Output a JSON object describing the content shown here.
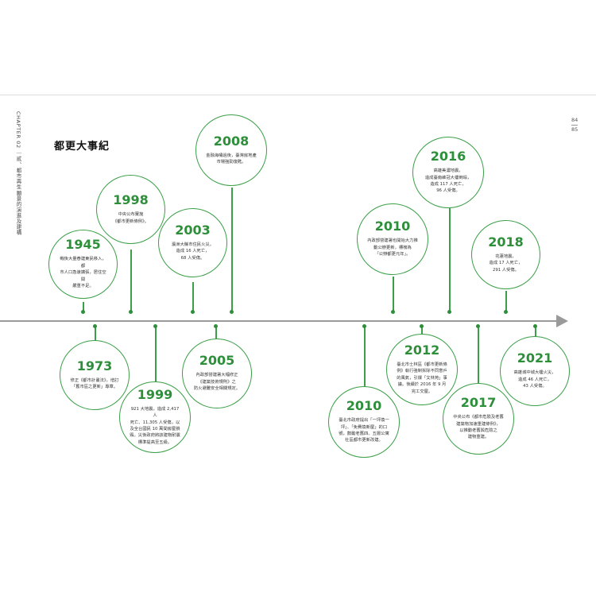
{
  "chapter": "CHAPTER 02 ｜貳、都市再生願景的演進及建構",
  "pages": [
    "84",
    "85"
  ],
  "title": "都更大事紀",
  "events": [
    {
      "id": "1945",
      "year": "1945",
      "text": "戰後大量眷建東民移入，都\n市人口急速擴張，居住空間\n嚴重不足。"
    },
    {
      "id": "1998",
      "year": "1998",
      "text": "中央公布實施\n《都市更新條例》。"
    },
    {
      "id": "2003",
      "year": "2003",
      "text": "瀛洲大縣市住民火災，\n造成 16 人死亡，\n68 人受傷。"
    },
    {
      "id": "2008",
      "year": "2008",
      "text": "金融海嘯過後，臺灣房地產\n市場強勁復甦。"
    },
    {
      "id": "2010a",
      "year": "2010",
      "text": "內政部營建署也開始大力推\n動公辦更新，標榜為\n「公辦都更元年」。"
    },
    {
      "id": "2016",
      "year": "2016",
      "text": "高雄美濃地震，\n造成臺南維冠大樓倒塌，\n造成 117 人死亡，\n96 人受傷。"
    },
    {
      "id": "2018",
      "year": "2018",
      "text": "花蓮地震，\n造成 17 人死亡，\n291 人受傷。"
    },
    {
      "id": "1973",
      "year": "1973",
      "text": "修正《都市計畫法》，增訂\n「舊市區之更新」專章。"
    },
    {
      "id": "1999",
      "year": "1999",
      "text": "921 大地震，造成 2,417 人\n死亡、11,305 人受傷，以\n及全台國民 10 萬間房屋損\n毀。災後政府將該建物耐震\n標準提高至五級。"
    },
    {
      "id": "2005",
      "year": "2005",
      "text": "內政部營建署大幅修正\n《建築技術規則》之\n防火避難安全相關規定。"
    },
    {
      "id": "2010b",
      "year": "2010",
      "text": "臺北市政府提出「一坪換一\n坪」、「免費換新屋」的口\n號，鼓勵老舊四、五層公寓\n社區都市更新改建。"
    },
    {
      "id": "2012",
      "year": "2012",
      "text": "臺北市士林區《都市更新條\n例》執行強制拆除不同意戶\n的風氣，引爆「文林苑」事\n議。後續於 2016 年 9 月\n完工交屋。"
    },
    {
      "id": "2017",
      "year": "2017",
      "text": "中央公布《都市危險及老舊\n建築物加速重建條例》，\n以推動老舊與危險之\n建物重建。"
    },
    {
      "id": "2021",
      "year": "2021",
      "text": "高雄城中城大樓火災，\n造成 46 人死亡，\n43 人受傷。"
    }
  ]
}
